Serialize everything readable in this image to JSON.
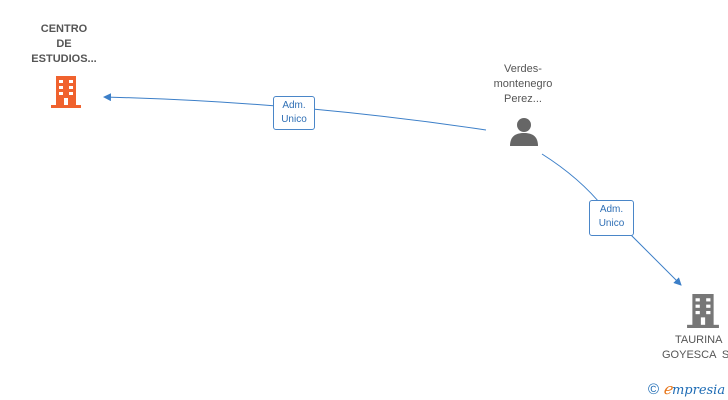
{
  "nodes": {
    "company_1": {
      "lines": [
        "CENTRO",
        "DE",
        "ESTUDIOS..."
      ],
      "color": "#f0622e",
      "icon": "building-icon"
    },
    "person": {
      "lines": [
        "Verdes-",
        "montenegro",
        "Perez..."
      ],
      "color": "#666666",
      "icon": "person-icon"
    },
    "company_2": {
      "lines": [
        "TAURINA",
        "GOYESCA  S"
      ],
      "color": "#777777",
      "icon": "building-icon"
    }
  },
  "edges": [
    {
      "label_lines": [
        "Adm.",
        "Unico"
      ],
      "from": "person",
      "to": "company_1"
    },
    {
      "label_lines": [
        "Adm.",
        "Unico"
      ],
      "from": "person",
      "to": "company_2"
    }
  ],
  "colors": {
    "edge": "#3c7fc8"
  },
  "watermark": {
    "symbol": "©",
    "brand_first": "ℯ",
    "brand_rest": "mpresia"
  }
}
